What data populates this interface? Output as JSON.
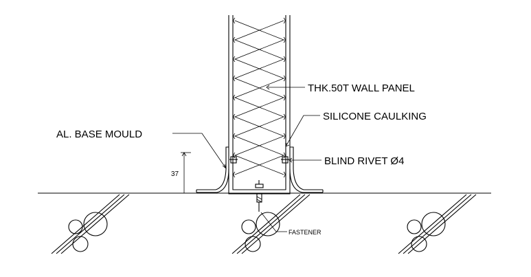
{
  "labels": {
    "wall_panel": "THK.50T WALL PANEL",
    "silicone": "SILICONE CAULKING",
    "base_mould": "AL. BASE MOULD",
    "rivet": "BLIND RIVET Ø4",
    "fastener": "FASTENER",
    "dimension": "37"
  }
}
